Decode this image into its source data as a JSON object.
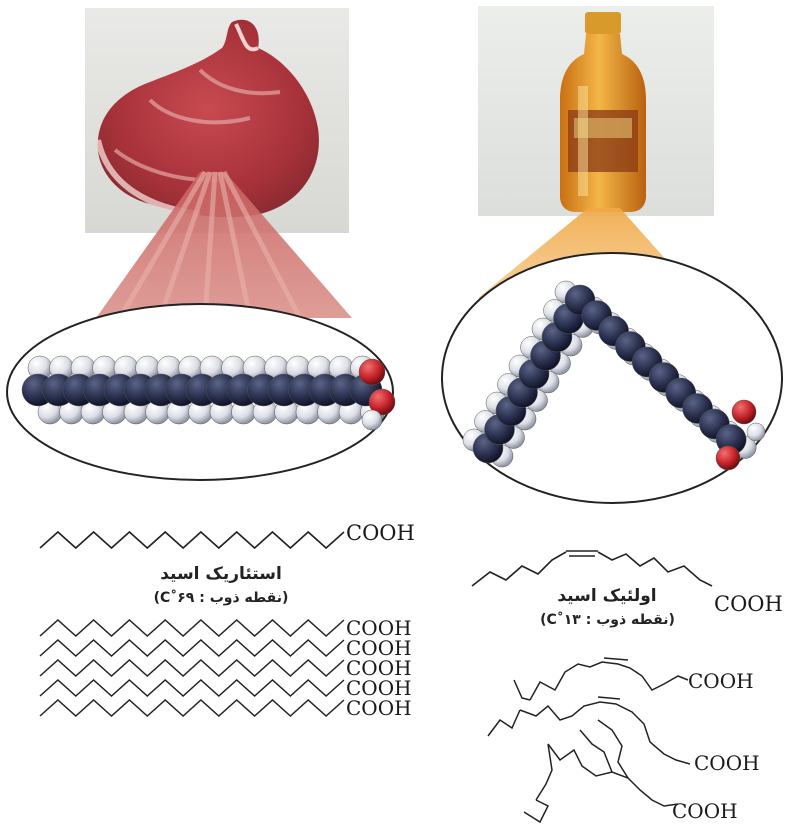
{
  "stearic": {
    "name": "استئاریک اسید",
    "melting_point": "(نقطه ذوب : ۶۹˚C)",
    "group": "COOH",
    "stack_group": [
      "COOH",
      "COOH",
      "COOH",
      "COOH",
      "COOH"
    ]
  },
  "oleic": {
    "name": "اولئیک اسید",
    "melting_point": "(نقطه ذوب : ۱۳˚C)",
    "group": "COOH",
    "cluster_group": [
      "COOH",
      "COOH",
      "COOH"
    ]
  },
  "colors": {
    "meat": "#b5303a",
    "meat_beam": "#c9615e",
    "oil": "#e8a02a",
    "oil_beam": "#f2b45a",
    "carbon": "#2e3555",
    "hydrogen": "#e6e8ee",
    "oxygen": "#c8242b"
  }
}
